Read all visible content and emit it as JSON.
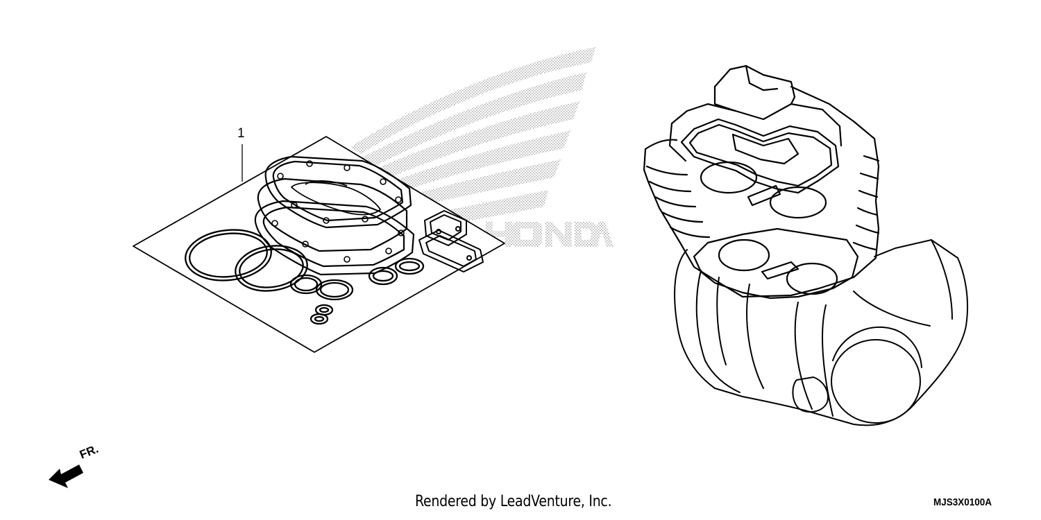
{
  "diagram": {
    "callout_number": "1",
    "front_label": "FR.",
    "watermark_icon": "honda-wing-logo-icon",
    "watermark_text": "HONDA",
    "credit": "Rendered by LeadVenture, Inc.",
    "diagram_code": "MJS3X0100A"
  }
}
